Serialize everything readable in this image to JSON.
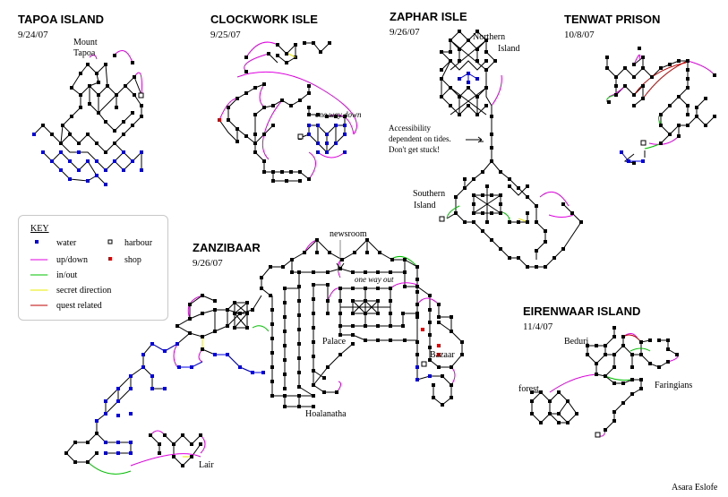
{
  "regions": [
    {
      "id": "tapoa",
      "title": "TAPOA ISLAND",
      "date": "9/24/07"
    },
    {
      "id": "clockwork",
      "title": "CLOCKWORK ISLE",
      "date": "9/25/07"
    },
    {
      "id": "zaphar",
      "title": "ZAPHAR ISLE",
      "date": "9/26/07"
    },
    {
      "id": "tenwat",
      "title": "TENWAT PRISON",
      "date": "10/8/07"
    },
    {
      "id": "zanzibaar",
      "title": "ZANZIBAAR",
      "date": "9/26/07"
    },
    {
      "id": "eirenwaar",
      "title": "EIRENWAAR ISLAND",
      "date": "11/4/07"
    }
  ],
  "labels": {
    "mount_tapoa_1": "Mount",
    "mount_tapoa_2": "Tapoa",
    "one_way_down": "one way down",
    "northern_1": "Northern",
    "northern_2": "Island",
    "southern_1": "Southern",
    "southern_2": "Island",
    "access_1": "Accessibility",
    "access_2": "dependent on tides.",
    "access_3": "Don't get stuck!",
    "newsroom": "newsroom",
    "one_way_out": "one way out",
    "palace": "Palace",
    "bazaar": "Bazaar",
    "hoalanatha": "Hoalanatha",
    "lair": "Lair",
    "beduri": "Beduri",
    "faringians": "Faringians",
    "forest": "forest",
    "author": "Asara Eslofe"
  },
  "key": {
    "heading": "KEY",
    "items": [
      {
        "label": "water",
        "style": "water-square",
        "color": "#0000e0"
      },
      {
        "label": "harbour",
        "style": "harbour-square",
        "color": "#ffffff"
      },
      {
        "label": "up/down",
        "style": "line",
        "color": "#e000e0"
      },
      {
        "label": "shop",
        "style": "shop-square",
        "color": "#e00000"
      },
      {
        "label": "in/out",
        "style": "line",
        "color": "#00c000"
      },
      {
        "label": "secret direction",
        "style": "line",
        "color": "#e8e800"
      },
      {
        "label": "quest related",
        "style": "line",
        "color": "#c00000"
      }
    ]
  }
}
